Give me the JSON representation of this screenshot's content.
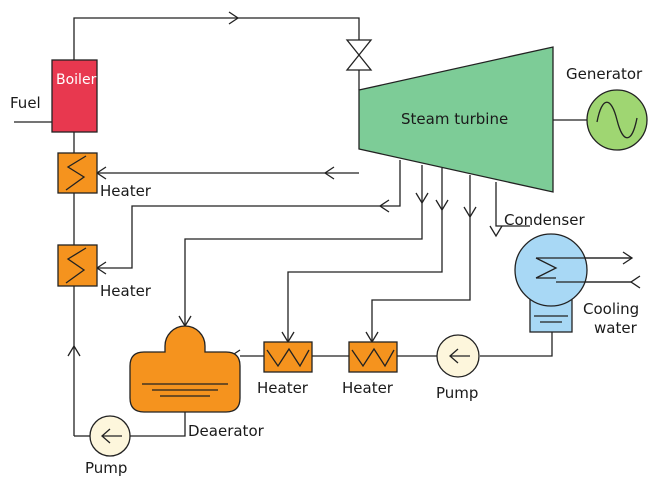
{
  "labels": {
    "boiler": "Boiler",
    "fuel": "Fuel",
    "turbine": "Steam turbine",
    "generator": "Generator",
    "heater": "Heater",
    "condenser": "Condenser",
    "cooling_water_line1": "Cooling",
    "cooling_water_line2": "water",
    "pump": "Pump",
    "deaerator": "Deaerator"
  },
  "colors": {
    "boiler": "#e8384f",
    "turbine": "#7dcc97",
    "generator": "#9fd672",
    "heater": "#f5931e",
    "deaerator": "#f5931e",
    "condenser": "#a8d8f5",
    "pump": "#fdf6dc",
    "line": "#222222"
  }
}
